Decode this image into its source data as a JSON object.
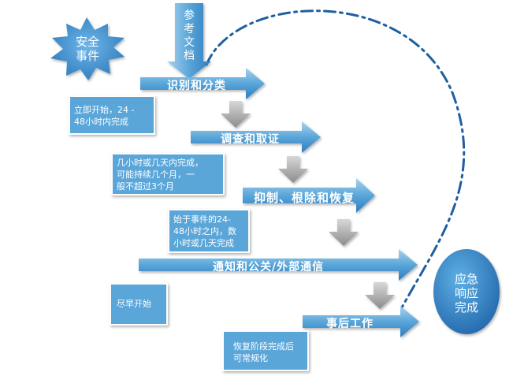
{
  "event": {
    "label": "安全\n事件"
  },
  "reference": {
    "label": "参\n考\n文\n档"
  },
  "outcome": {
    "label": "应急\n响应\n完成"
  },
  "phases": [
    {
      "title": "识别和分类",
      "note": "立即开始，24 -\n48小时内完成"
    },
    {
      "title": "调查和取证",
      "note": "几小时或几天内完成，\n可能持续几个月，一\n般不超过3个月"
    },
    {
      "title": "抑制、根除和恢复",
      "note": "始于事件的24-\n48小时之内，数\n小时或几天完成"
    },
    {
      "title": "通知和公关/外部通信",
      "note": "尽早开始"
    },
    {
      "title": "事后工作",
      "note": "恢复阶段完成后\n可常规化"
    }
  ],
  "colors": {
    "primary": "#5aa6d9",
    "primary_dark": "#2e7cbf",
    "primary_light": "#a8d3f0",
    "down_arrow": "#a6a6a6",
    "dashed_line": "#1f5fa0"
  }
}
